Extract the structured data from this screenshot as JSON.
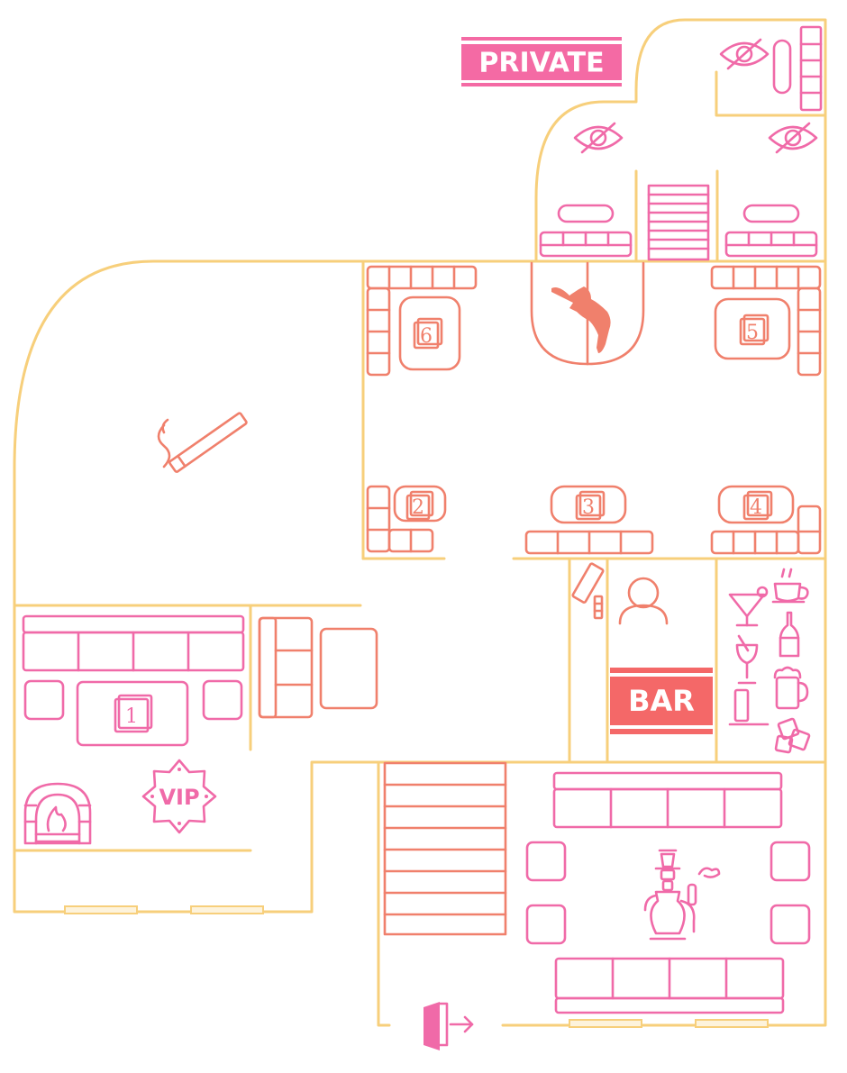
{
  "signs": {
    "private": "PRIVATE",
    "bar": "BAR",
    "vip": "VIP"
  },
  "tables": [
    "1",
    "2",
    "3",
    "4",
    "5",
    "6"
  ],
  "colors": {
    "walls": "#f7cf7b",
    "pink": "#f06aa8",
    "coral": "#f0806c",
    "private_sign": "#f46aa4",
    "bar_sign": "#f46868"
  },
  "icons": [
    "no-look-icon",
    "stage-dancer-icon",
    "cigarette-icon",
    "vip-badge-icon",
    "fireplace-icon",
    "bartender-icon",
    "cocktail-icon",
    "coffee-icon",
    "beer-icon",
    "bottle-icon",
    "ice-icon",
    "hookah-icon",
    "exit-door-icon",
    "card-terminal-icon"
  ]
}
